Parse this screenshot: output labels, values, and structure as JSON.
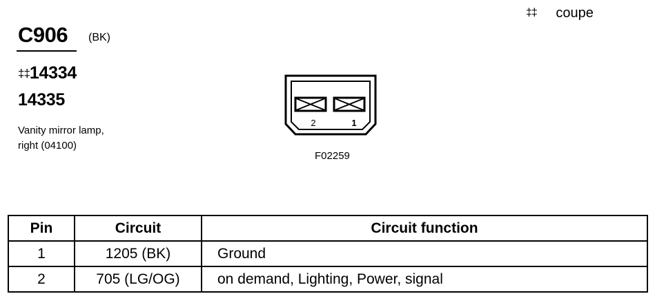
{
  "header_note": {
    "symbol": "‡‡",
    "text": "coupe"
  },
  "connector": {
    "id": "C906",
    "color": "(BK)"
  },
  "parts": [
    {
      "symbol": "‡‡",
      "number": "14334"
    },
    {
      "symbol": "",
      "number": "14335"
    }
  ],
  "description": {
    "line1": "Vanity mirror lamp,",
    "line2": "right (04100)"
  },
  "diagram": {
    "pin_labels": [
      "2",
      "1"
    ],
    "figure_id": "F02259"
  },
  "table": {
    "headers": [
      "Pin",
      "Circuit",
      "Circuit function"
    ],
    "rows": [
      {
        "pin": "1",
        "circuit": "1205 (BK)",
        "function": "Ground"
      },
      {
        "pin": "2",
        "circuit": "705 (LG/OG)",
        "function": "on demand, Lighting, Power, signal"
      }
    ]
  }
}
